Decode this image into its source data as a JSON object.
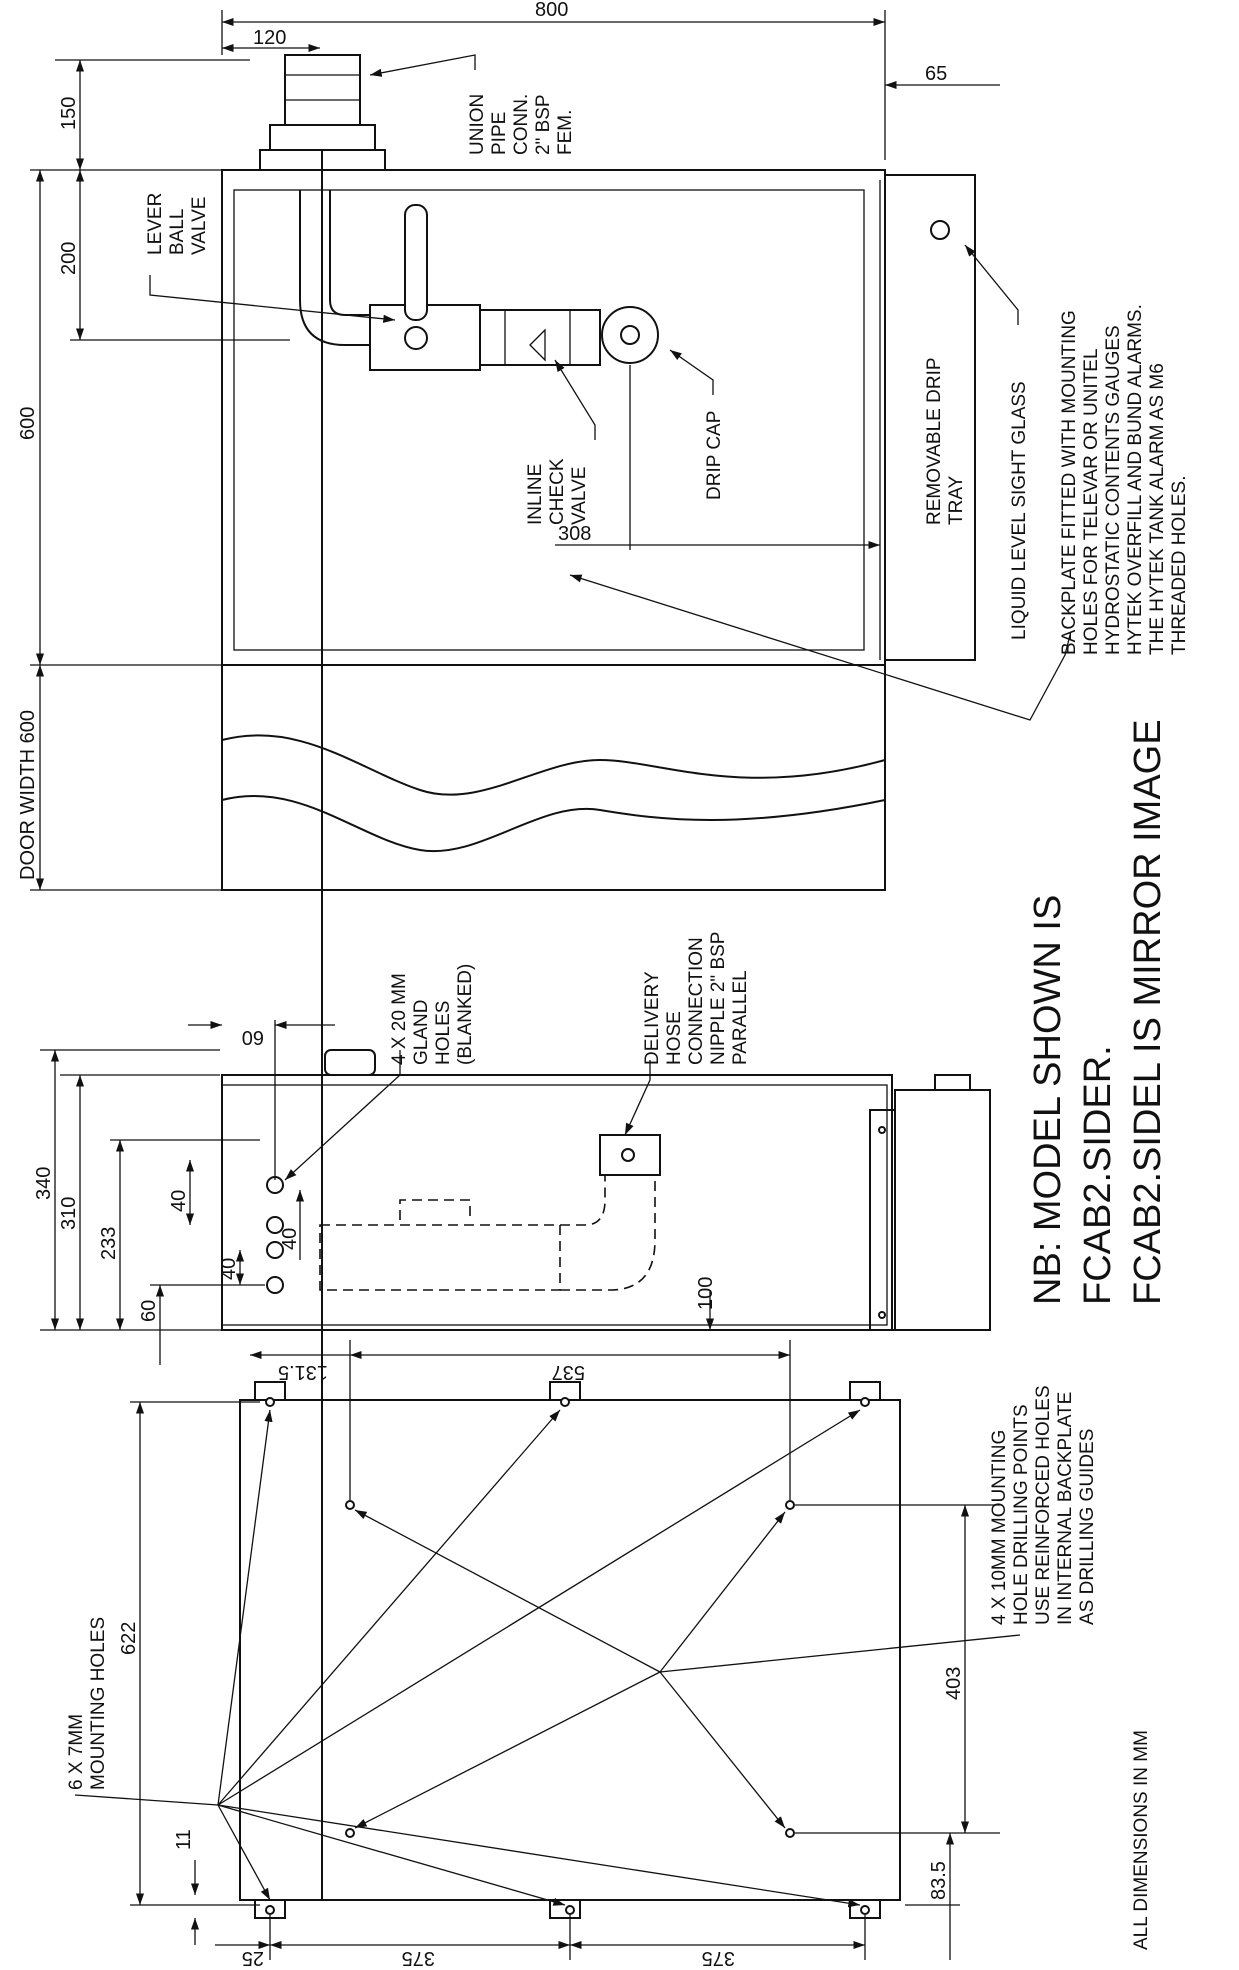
{
  "dimensions": {
    "overall_width": "800",
    "pipe_offset": "120",
    "tray_depth": "65",
    "top_150": "150",
    "top_200": "200",
    "height_600": "600",
    "door_width": "DOOR WIDTH 600",
    "drip_offset": "308",
    "gland_offset": "60",
    "side_340": "340",
    "side_310": "310",
    "side_233": "233",
    "side_60": "60",
    "side_40a": "40",
    "side_40b": "40",
    "side_40c": "40",
    "side_100": "100",
    "back_131_5": "131.5",
    "back_537": "537",
    "back_622": "622",
    "back_11": "11",
    "back_403": "403",
    "back_83_5": "83.5",
    "back_25": "25",
    "back_375a": "375",
    "back_375b": "375"
  },
  "labels": {
    "union": [
      "UNION",
      "PIPE",
      "CONN.",
      "2\" BSP",
      "FEM."
    ],
    "lever": [
      "LEVER",
      "BALL",
      "VALVE"
    ],
    "inline": [
      "INLINE",
      "CHECK",
      "VALVE"
    ],
    "dripcap": "DRIP CAP",
    "tray": [
      "REMOVABLE DRIP",
      "TRAY"
    ],
    "sight": "LIQUID LEVEL SIGHT GLASS",
    "backplate": [
      "BACKPLATE FITTED WITH MOUNTING",
      "HOLES FOR TELEVAR OR UNITEL",
      "HYDROSTATIC CONTENTS GAUGES",
      "HYTEK OVERFILL AND  BUND ALARMS.",
      "THE HYTEK TANK ALARM AS M6",
      "THREADED HOLES."
    ],
    "gland": [
      "4 X 20 MM",
      "GLAND",
      "HOLES",
      "(BLANKED)"
    ],
    "delivery": [
      "DELIVERY",
      "HOSE",
      "CONNECTION",
      "NIPPLE 2\" BSP",
      "PARALLEL"
    ],
    "mount10": [
      "4 X 10MM MOUNTING",
      "HOLE DRILLING POINTS",
      "USE REINFORCED HOLES",
      "IN INTERNAL BACKPLATE",
      "AS DRILLING GUIDES"
    ],
    "mount7": [
      "6 X 7MM",
      "MOUNTING HOLES"
    ],
    "units": "ALL DIMENSIONS IN MM"
  },
  "notes": [
    "NB: MODEL SHOWN IS",
    "FCAB2.SIDER.",
    "FCAB2.SIDEL IS MIRROR IMAGE"
  ]
}
